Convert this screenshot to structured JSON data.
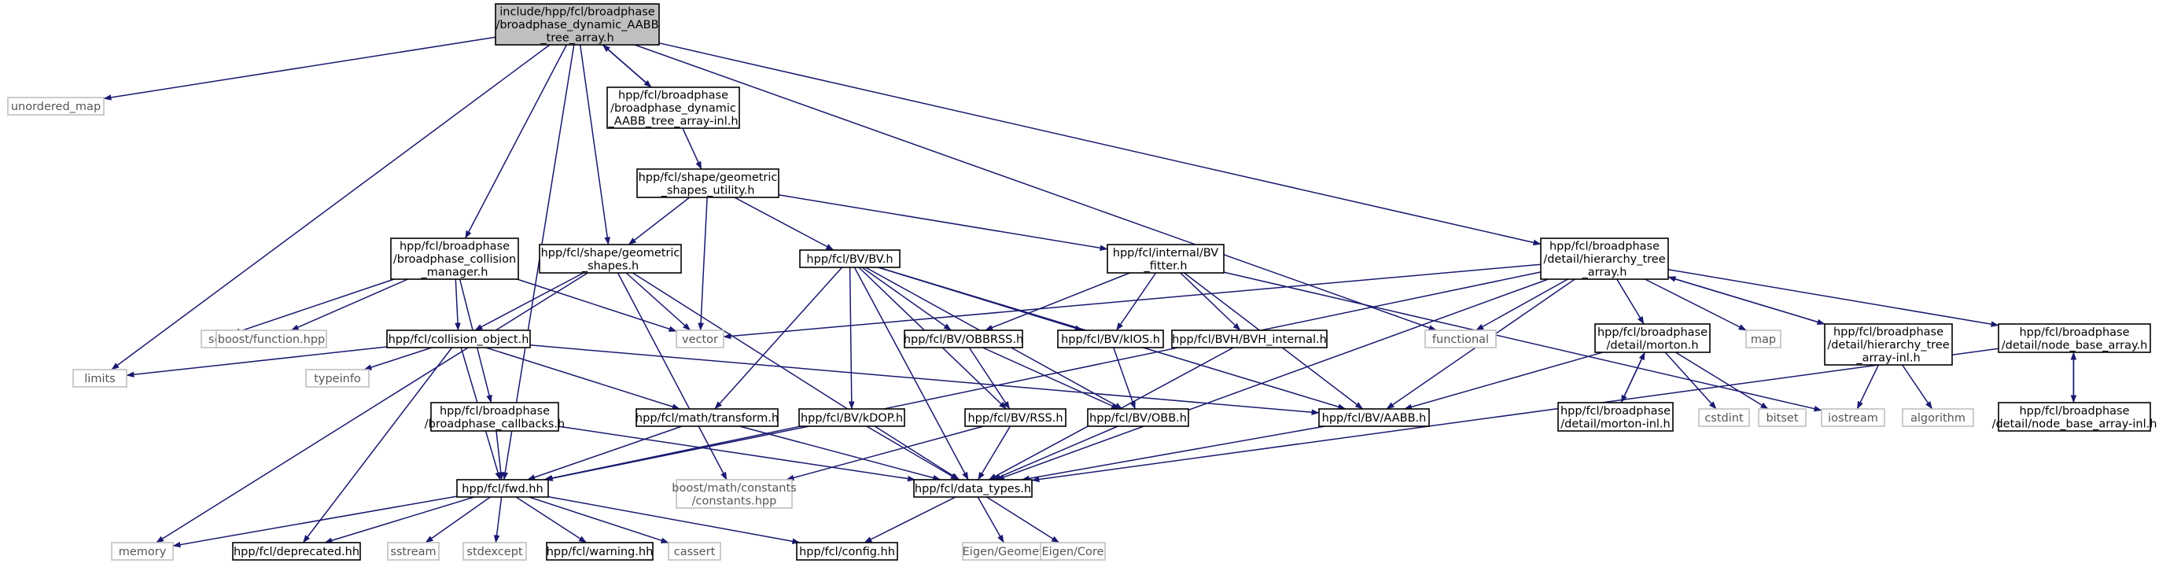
{
  "colors": {
    "edge": "#191970",
    "root_fill": "#bfbfbf",
    "doc_stroke": "#000000",
    "sys_stroke": "#bfbfbf",
    "doc_text": "#000000",
    "sys_text": "#555555"
  },
  "nodes": [
    {
      "id": "root",
      "lines": [
        "include/hpp/fcl/broadphase",
        "/broadphase_dynamic_AABB",
        "_tree_array.h"
      ],
      "kind": "root"
    },
    {
      "id": "unordered_map",
      "lines": [
        "unordered_map"
      ],
      "kind": "system"
    },
    {
      "id": "limits",
      "lines": [
        "limits"
      ],
      "kind": "system"
    },
    {
      "id": "dyn_inl",
      "lines": [
        "hpp/fcl/broadphase",
        "/broadphase_dynamic",
        "_AABB_tree_array-inl.h"
      ],
      "kind": "doc"
    },
    {
      "id": "geom_util",
      "lines": [
        "hpp/fcl/shape/geometric",
        "_shapes_utility.h"
      ],
      "kind": "doc"
    },
    {
      "id": "coll_mgr",
      "lines": [
        "hpp/fcl/broadphase",
        "/broadphase_collision",
        "_manager.h"
      ],
      "kind": "doc"
    },
    {
      "id": "geom_shapes",
      "lines": [
        "hpp/fcl/shape/geometric",
        "_shapes.h"
      ],
      "kind": "doc"
    },
    {
      "id": "bv",
      "lines": [
        "hpp/fcl/BV/BV.h"
      ],
      "kind": "doc"
    },
    {
      "id": "bv_fitter",
      "lines": [
        "hpp/fcl/internal/BV",
        "_fitter.h"
      ],
      "kind": "doc"
    },
    {
      "id": "hier_tree",
      "lines": [
        "hpp/fcl/broadphase",
        "/detail/hierarchy_tree",
        "_array.h"
      ],
      "kind": "doc"
    },
    {
      "id": "set",
      "lines": [
        "set"
      ],
      "kind": "system"
    },
    {
      "id": "boost_function",
      "lines": [
        "boost/function.hpp"
      ],
      "kind": "system"
    },
    {
      "id": "coll_obj",
      "lines": [
        "hpp/fcl/collision_object.h"
      ],
      "kind": "doc"
    },
    {
      "id": "vector",
      "lines": [
        "vector"
      ],
      "kind": "system"
    },
    {
      "id": "obbrss",
      "lines": [
        "hpp/fcl/BV/OBBRSS.h"
      ],
      "kind": "doc"
    },
    {
      "id": "kios",
      "lines": [
        "hpp/fcl/BV/kIOS.h"
      ],
      "kind": "doc"
    },
    {
      "id": "bvh_internal",
      "lines": [
        "hpp/fcl/BVH/BVH_internal.h"
      ],
      "kind": "doc"
    },
    {
      "id": "functional",
      "lines": [
        "functional"
      ],
      "kind": "system"
    },
    {
      "id": "morton",
      "lines": [
        "hpp/fcl/broadphase",
        "/detail/morton.h"
      ],
      "kind": "doc"
    },
    {
      "id": "map",
      "lines": [
        "map"
      ],
      "kind": "system"
    },
    {
      "id": "hier_inl",
      "lines": [
        "hpp/fcl/broadphase",
        "/detail/hierarchy_tree",
        "_array-inl.h"
      ],
      "kind": "doc"
    },
    {
      "id": "node_base",
      "lines": [
        "hpp/fcl/broadphase",
        "/detail/node_base_array.h"
      ],
      "kind": "doc"
    },
    {
      "id": "typeinfo",
      "lines": [
        "typeinfo"
      ],
      "kind": "system"
    },
    {
      "id": "callbacks",
      "lines": [
        "hpp/fcl/broadphase",
        "/broadphase_callbacks.h"
      ],
      "kind": "doc"
    },
    {
      "id": "transform",
      "lines": [
        "hpp/fcl/math/transform.h"
      ],
      "kind": "doc"
    },
    {
      "id": "kdop",
      "lines": [
        "hpp/fcl/BV/kDOP.h"
      ],
      "kind": "doc"
    },
    {
      "id": "rss",
      "lines": [
        "hpp/fcl/BV/RSS.h"
      ],
      "kind": "doc"
    },
    {
      "id": "obb",
      "lines": [
        "hpp/fcl/BV/OBB.h"
      ],
      "kind": "doc"
    },
    {
      "id": "aabb",
      "lines": [
        "hpp/fcl/BV/AABB.h"
      ],
      "kind": "doc"
    },
    {
      "id": "morton_inl",
      "lines": [
        "hpp/fcl/broadphase",
        "/detail/morton-inl.h"
      ],
      "kind": "doc"
    },
    {
      "id": "cstdint",
      "lines": [
        "cstdint"
      ],
      "kind": "system"
    },
    {
      "id": "bitset",
      "lines": [
        "bitset"
      ],
      "kind": "system"
    },
    {
      "id": "iostream",
      "lines": [
        "iostream"
      ],
      "kind": "system"
    },
    {
      "id": "algorithm",
      "lines": [
        "algorithm"
      ],
      "kind": "system"
    },
    {
      "id": "node_base_inl",
      "lines": [
        "hpp/fcl/broadphase",
        "/detail/node_base_array-inl.h"
      ],
      "kind": "doc"
    },
    {
      "id": "fwd",
      "lines": [
        "hpp/fcl/fwd.hh"
      ],
      "kind": "doc"
    },
    {
      "id": "boost_constants",
      "lines": [
        "boost/math/constants",
        "/constants.hpp"
      ],
      "kind": "system"
    },
    {
      "id": "data_types",
      "lines": [
        "hpp/fcl/data_types.h"
      ],
      "kind": "doc"
    },
    {
      "id": "memory",
      "lines": [
        "memory"
      ],
      "kind": "system"
    },
    {
      "id": "deprecated",
      "lines": [
        "hpp/fcl/deprecated.hh"
      ],
      "kind": "doc"
    },
    {
      "id": "sstream",
      "lines": [
        "sstream"
      ],
      "kind": "system"
    },
    {
      "id": "stdexcept",
      "lines": [
        "stdexcept"
      ],
      "kind": "system"
    },
    {
      "id": "warning",
      "lines": [
        "hpp/fcl/warning.hh"
      ],
      "kind": "doc"
    },
    {
      "id": "cassert",
      "lines": [
        "cassert"
      ],
      "kind": "system"
    },
    {
      "id": "config",
      "lines": [
        "hpp/fcl/config.hh"
      ],
      "kind": "doc"
    },
    {
      "id": "eigen_geometry",
      "lines": [
        "Eigen/Geometry"
      ],
      "kind": "system"
    },
    {
      "id": "eigen_core",
      "lines": [
        "Eigen/Core"
      ],
      "kind": "system"
    }
  ],
  "edges": [
    [
      "root",
      "unordered_map"
    ],
    [
      "root",
      "limits"
    ],
    [
      "root",
      "dyn_inl"
    ],
    [
      "root",
      "coll_mgr"
    ],
    [
      "root",
      "geom_shapes"
    ],
    [
      "root",
      "hier_tree"
    ],
    [
      "root",
      "functional"
    ],
    [
      "root",
      "fwd"
    ],
    [
      "dyn_inl",
      "root"
    ],
    [
      "dyn_inl",
      "geom_util"
    ],
    [
      "geom_util",
      "geom_shapes"
    ],
    [
      "geom_util",
      "vector"
    ],
    [
      "geom_util",
      "bv"
    ],
    [
      "geom_util",
      "bv_fitter"
    ],
    [
      "coll_mgr",
      "set"
    ],
    [
      "coll_mgr",
      "boost_function"
    ],
    [
      "coll_mgr",
      "coll_obj"
    ],
    [
      "coll_mgr",
      "vector"
    ],
    [
      "coll_mgr",
      "callbacks"
    ],
    [
      "geom_shapes",
      "coll_obj"
    ],
    [
      "geom_shapes",
      "vector"
    ],
    [
      "geom_shapes",
      "memory"
    ],
    [
      "geom_shapes",
      "boost_constants"
    ],
    [
      "geom_shapes",
      "data_types"
    ],
    [
      "coll_obj",
      "limits"
    ],
    [
      "coll_obj",
      "typeinfo"
    ],
    [
      "coll_obj",
      "transform"
    ],
    [
      "coll_obj",
      "aabb"
    ],
    [
      "coll_obj",
      "fwd"
    ],
    [
      "coll_obj",
      "deprecated"
    ],
    [
      "callbacks",
      "fwd"
    ],
    [
      "callbacks",
      "data_types"
    ],
    [
      "bv",
      "obbrss"
    ],
    [
      "bv",
      "kios"
    ],
    [
      "bv",
      "kdop"
    ],
    [
      "bv",
      "rss"
    ],
    [
      "bv",
      "obb"
    ],
    [
      "bv",
      "aabb"
    ],
    [
      "bv",
      "transform"
    ],
    [
      "bv",
      "data_types"
    ],
    [
      "bv_fitter",
      "obbrss"
    ],
    [
      "bv_fitter",
      "kios"
    ],
    [
      "bv_fitter",
      "bvh_internal"
    ],
    [
      "bv_fitter",
      "aabb"
    ],
    [
      "bv_fitter",
      "iostream"
    ],
    [
      "obbrss",
      "rss"
    ],
    [
      "obbrss",
      "obb"
    ],
    [
      "kios",
      "obb"
    ],
    [
      "bvh_internal",
      "data_types"
    ],
    [
      "transform",
      "fwd"
    ],
    [
      "transform",
      "data_types"
    ],
    [
      "kdop",
      "fwd"
    ],
    [
      "kdop",
      "data_types"
    ],
    [
      "rss",
      "boost_constants"
    ],
    [
      "rss",
      "data_types"
    ],
    [
      "obb",
      "data_types"
    ],
    [
      "aabb",
      "data_types"
    ],
    [
      "hier_tree",
      "vector"
    ],
    [
      "hier_tree",
      "functional"
    ],
    [
      "hier_tree",
      "morton"
    ],
    [
      "hier_tree",
      "map"
    ],
    [
      "hier_tree",
      "hier_inl"
    ],
    [
      "hier_tree",
      "node_base"
    ],
    [
      "hier_tree",
      "aabb"
    ],
    [
      "hier_tree",
      "fwd"
    ],
    [
      "hier_tree",
      "data_types"
    ],
    [
      "hier_inl",
      "hier_tree"
    ],
    [
      "hier_inl",
      "iostream"
    ],
    [
      "hier_inl",
      "algorithm"
    ],
    [
      "morton",
      "aabb"
    ],
    [
      "morton",
      "morton_inl"
    ],
    [
      "morton",
      "cstdint"
    ],
    [
      "morton",
      "bitset"
    ],
    [
      "morton_inl",
      "morton"
    ],
    [
      "node_base",
      "node_base_inl"
    ],
    [
      "node_base",
      "data_types"
    ],
    [
      "node_base_inl",
      "node_base"
    ],
    [
      "fwd",
      "memory"
    ],
    [
      "fwd",
      "sstream"
    ],
    [
      "fwd",
      "stdexcept"
    ],
    [
      "fwd",
      "warning"
    ],
    [
      "fwd",
      "cassert"
    ],
    [
      "fwd",
      "deprecated"
    ],
    [
      "fwd",
      "config"
    ],
    [
      "data_types",
      "config"
    ],
    [
      "data_types",
      "eigen_geometry"
    ],
    [
      "data_types",
      "eigen_core"
    ]
  ]
}
